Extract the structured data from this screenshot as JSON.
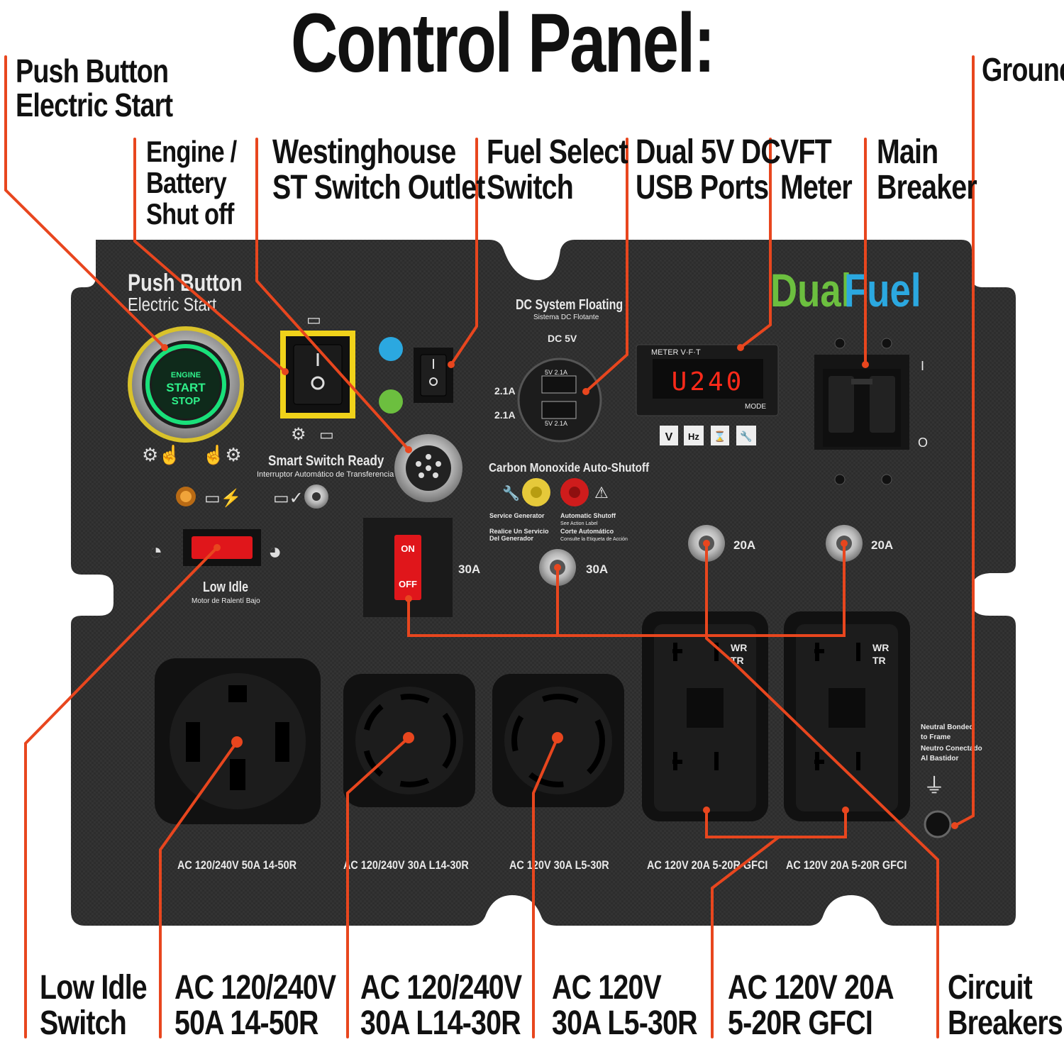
{
  "title": "Control Panel:",
  "callouts": {
    "push_button": [
      "Push Button",
      "Electric Start"
    ],
    "engine_battery": [
      "Engine /",
      "Battery",
      "Shut off"
    ],
    "st_switch": [
      "Westinghouse",
      "ST Switch Outlet"
    ],
    "fuel_select": [
      "Fuel Select",
      "Switch"
    ],
    "usb": [
      "Dual 5V DC",
      "USB Ports"
    ],
    "vft": [
      "VFT",
      "Meter"
    ],
    "main_breaker": [
      "Main",
      "Breaker"
    ],
    "ground": [
      "Ground"
    ],
    "low_idle": [
      "Low Idle",
      "Switch"
    ],
    "outlet_50a": [
      "AC 120/240V",
      "50A 14-50R"
    ],
    "outlet_l14": [
      "AC 120/240V",
      "30A L14-30R"
    ],
    "outlet_l5": [
      "AC 120V",
      "30A L5-30R"
    ],
    "outlet_gfci": [
      "AC 120V 20A",
      "5-20R GFCI"
    ],
    "circuit_breakers": [
      "Circuit",
      "Breakers"
    ]
  },
  "panel": {
    "push_button_label": [
      "Push Button",
      "Electric Start"
    ],
    "start_button": [
      "ENGINE",
      "START",
      "STOP"
    ],
    "brand": {
      "dual": "Dual",
      "fuel": "Fuel",
      "dual_color": "#6cbf3f",
      "fuel_color": "#2ba8e0"
    },
    "smart_switch": [
      "Smart Switch Ready",
      "Interruptor Automático de Transferencia"
    ],
    "dc_system": [
      "DC System Floating",
      "Sistema DC Flotante"
    ],
    "dc_5v": "DC 5V",
    "usb_ratings": [
      "2.1A",
      "2.1A"
    ],
    "usb_port_labels": [
      "5V 2.1A",
      "5V 2.1A"
    ],
    "meter_label": "METER V·F·T",
    "meter_reading": "U240",
    "meter_mode": "MODE",
    "meter_buttons": [
      "V",
      "Hz",
      "⌛",
      "🔧"
    ],
    "co_title": "Carbon Monoxide Auto-Shutoff",
    "co_service": [
      "Service Generator",
      "Realice Un Servicio",
      "Del Generador"
    ],
    "co_auto": [
      "Automatic Shutoff",
      "See Action Label",
      "Corte Automático",
      "Consulte la Etiqueta de Acción"
    ],
    "low_idle": [
      "Low Idle",
      "Motor de Ralentí Bajo"
    ],
    "rocker_30a": [
      "ON",
      "OFF"
    ],
    "breaker_ratings": [
      "30A",
      "30A",
      "20A",
      "20A"
    ],
    "main_breaker_marks": [
      "I",
      "O"
    ],
    "ground_label": [
      "Neutral Bonded",
      "to Frame",
      "Neutro Conectado",
      "Al Bastidor"
    ],
    "outlet_labels": [
      "AC 120/240V 50A 14-50R",
      "AC 120/240V 30A L14-30R",
      "AC 120V 30A L5-30R",
      "AC 120V 20A 5-20R GFCI",
      "AC 120V 20A 5-20R GFCI"
    ],
    "gfci_marks": [
      "WR",
      "TR"
    ]
  },
  "colors": {
    "leader": "#e8461e",
    "panel": "#2c2c2c",
    "meter_digits": "#ff2a1a",
    "button_ring": "#19e07a",
    "rocker_yellow": "#f0d21a",
    "rocker_red": "#e0161b"
  }
}
